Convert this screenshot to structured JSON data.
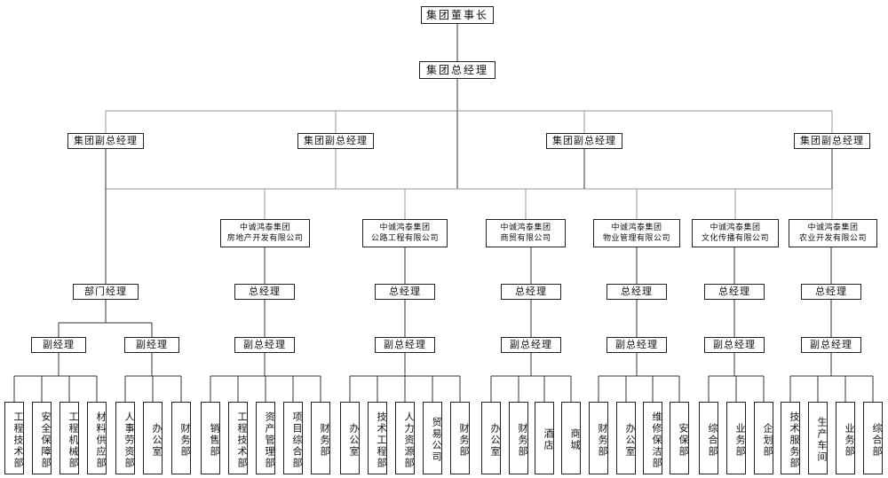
{
  "chairman": "集团董事长",
  "general_manager": "集团总经理",
  "vice_gms": [
    "集团副总经理",
    "集团副总经理",
    "集团副总经理",
    "集团副总经理"
  ],
  "direct_branch": {
    "manager": "部门经理",
    "deputies": [
      {
        "label": "副经理",
        "departments": [
          "工程技术部",
          "安全保障部",
          "工程机械部",
          "材料供应部"
        ]
      },
      {
        "label": "副经理",
        "departments": [
          "人事劳资部",
          "办公室",
          "财务部"
        ]
      }
    ]
  },
  "companies": [
    {
      "name": [
        "中诚鸿泰集团",
        "房地产开发有限公司"
      ],
      "gm": "总经理",
      "deputy": "副总经理",
      "departments": [
        "销售部",
        "工程技术部",
        "资产管理部",
        "项目综合部",
        "财务部"
      ]
    },
    {
      "name": [
        "中诚鸿泰集团",
        "公路工程有限公司"
      ],
      "gm": "总经理",
      "deputy": "副总经理",
      "departments": [
        "办公室",
        "技术工程部",
        "人力资源部",
        "贸易公司",
        "财务部"
      ]
    },
    {
      "name": [
        "中诚鸿泰集团",
        "商贸有限公司"
      ],
      "gm": "总经理",
      "deputy": "副总经理",
      "departments": [
        "办公室",
        "财务部",
        "酒店",
        "商城"
      ]
    },
    {
      "name": [
        "中诚鸿泰集团",
        "物业管理有限公司"
      ],
      "gm": "总经理",
      "deputy": "副总经理",
      "departments": [
        "财务部",
        "办公室",
        "维修保洁部",
        "安保部"
      ]
    },
    {
      "name": [
        "中诚鸿泰集团",
        "文化传播有限公司"
      ],
      "gm": "总经理",
      "deputy": "副总经理",
      "departments": [
        "综合部",
        "业务部",
        "企划部"
      ]
    },
    {
      "name": [
        "中诚鸿泰集团",
        "农业开发有限公司"
      ],
      "gm": "总经理",
      "deputy": "副总经理",
      "departments": [
        "技术服务部",
        "生产车间",
        "业务部",
        "综合部"
      ]
    }
  ]
}
